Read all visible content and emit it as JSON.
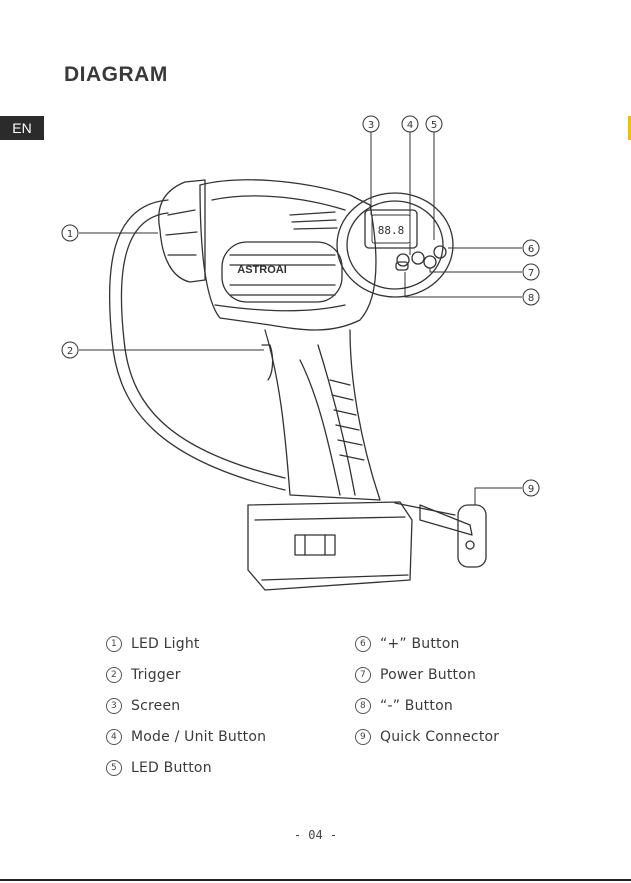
{
  "title": "DIAGRAM",
  "language_tab": "EN",
  "brand": "ASTROAI",
  "screen_digits": "88.8",
  "callouts": [
    "1",
    "2",
    "3",
    "4",
    "5",
    "6",
    "7",
    "8",
    "9"
  ],
  "legend": {
    "left": [
      {
        "num": "1",
        "label": "LED Light"
      },
      {
        "num": "2",
        "label": "Trigger"
      },
      {
        "num": "3",
        "label": "Screen"
      },
      {
        "num": "4",
        "label": "Mode / Unit Button"
      },
      {
        "num": "5",
        "label": "LED Button"
      }
    ],
    "right": [
      {
        "num": "6",
        "label": "“+” Button"
      },
      {
        "num": "7",
        "label": "Power Button"
      },
      {
        "num": "8",
        "label": "“-” Button"
      },
      {
        "num": "9",
        "label": "Quick Connector"
      }
    ]
  },
  "page_number": "- 04 -"
}
